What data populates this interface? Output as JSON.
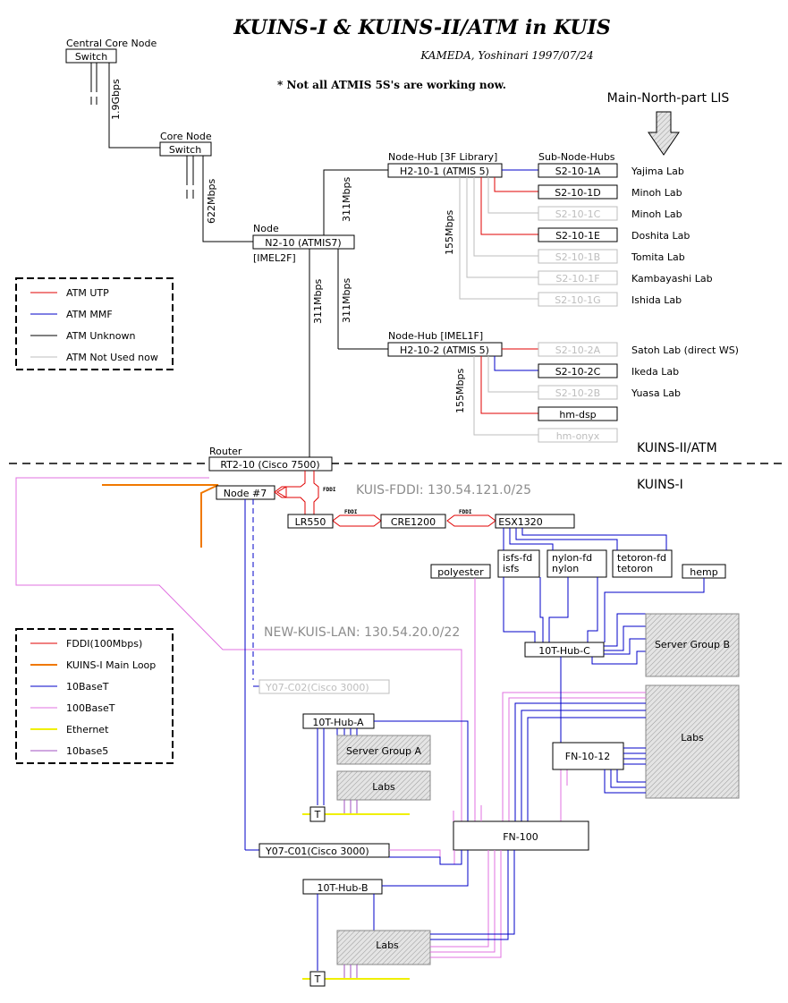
{
  "title": "KUINS-I & KUINS-II/ATM in KUIS",
  "author_date": "KAMEDA, Yoshinari    1997/07/24",
  "note": "* Not all ATMIS 5S's are working now.",
  "main_north": "Main-North-part LIS",
  "kuins2": "KUINS-II/ATM",
  "kuins1": "KUINS-I",
  "central_core": {
    "caption": "Central Core Node",
    "box": "Switch",
    "speed": "1.9Gbps"
  },
  "core": {
    "caption": "Core Node",
    "box": "Switch",
    "speed": "622Mbps"
  },
  "node": {
    "caption": "Node",
    "box": "N2-10 (ATMIS7)",
    "location": "[IMEL2F]"
  },
  "speeds": {
    "s311a": "311Mbps",
    "s311b": "311Mbps",
    "s311c": "311Mbps",
    "s155a": "155Mbps",
    "s155b": "155Mbps"
  },
  "hub1": {
    "caption": "Node-Hub   [3F Library]",
    "box": "H2-10-1 (ATMIS 5)"
  },
  "hub2": {
    "caption": "Node-Hub   [IMEL1F]",
    "box": "H2-10-2 (ATMIS 5)"
  },
  "subhubs_caption": "Sub-Node-Hubs",
  "subhubs1": [
    {
      "box": "S2-10-1A",
      "lab": "Yajima Lab"
    },
    {
      "box": "S2-10-1D",
      "lab": "Minoh Lab"
    },
    {
      "box": "S2-10-1C",
      "lab": "Minoh Lab"
    },
    {
      "box": "S2-10-1E",
      "lab": "Doshita Lab"
    },
    {
      "box": "S2-10-1B",
      "lab": "Tomita Lab"
    },
    {
      "box": "S2-10-1F",
      "lab": "Kambayashi Lab"
    },
    {
      "box": "S2-10-1G",
      "lab": "Ishida Lab"
    }
  ],
  "subhubs2": [
    {
      "box": "S2-10-2A",
      "lab": "Satoh Lab (direct WS)"
    },
    {
      "box": "S2-10-2C",
      "lab": "Ikeda Lab"
    },
    {
      "box": "S2-10-2B",
      "lab": "Yuasa Lab"
    },
    {
      "box": "hm-dsp",
      "lab": ""
    },
    {
      "box": "hm-onyx",
      "lab": ""
    }
  ],
  "legend_atm": [
    "ATM UTP",
    "ATM MMF",
    "ATM Unknown",
    "ATM Not Used now"
  ],
  "legend_lan": [
    "FDDI(100Mbps)",
    "KUINS-I Main Loop",
    "10BaseT",
    "100BaseT",
    "Ethernet",
    "10base5"
  ],
  "colors": {
    "red": "#e00000",
    "blue": "#0000c8",
    "black": "#000000",
    "gray": "#bdbdbd",
    "orange": "#f07800",
    "magenta": "#e070e0",
    "yellow": "#f0f000",
    "purple": "#a050c0"
  },
  "router": {
    "caption": "Router",
    "box": "RT2-10 (Cisco 7500)"
  },
  "node7": "Node #7",
  "fddi_tag": "FDDI",
  "kuis_fddi": "KUIS-FDDI: 130.54.121.0/25",
  "new_kuis_lan": "NEW-KUIS-LAN: 130.54.20.0/22",
  "lr550": "LR550",
  "cre1200": "CRE1200",
  "esx1320": "ESX1320",
  "polyester": "polyester",
  "isfs": [
    "isfs-fd",
    "isfs"
  ],
  "nylon": [
    "nylon-fd",
    "nylon"
  ],
  "tetoron": [
    "tetoron-fd",
    "tetoron"
  ],
  "hemp": "hemp",
  "hub_c": "10T-Hub-C",
  "server_b": "Server Group B",
  "y07c02": "Y07-C02(Cisco 3000)",
  "hub_a": "10T-Hub-A",
  "server_a": "Server Group A",
  "labs": "Labs",
  "fn1012": "FN-10-12",
  "fn100": "FN-100",
  "y07c01": "Y07-C01(Cisco 3000)",
  "hub_b": "10T-Hub-B",
  "tap": "T"
}
